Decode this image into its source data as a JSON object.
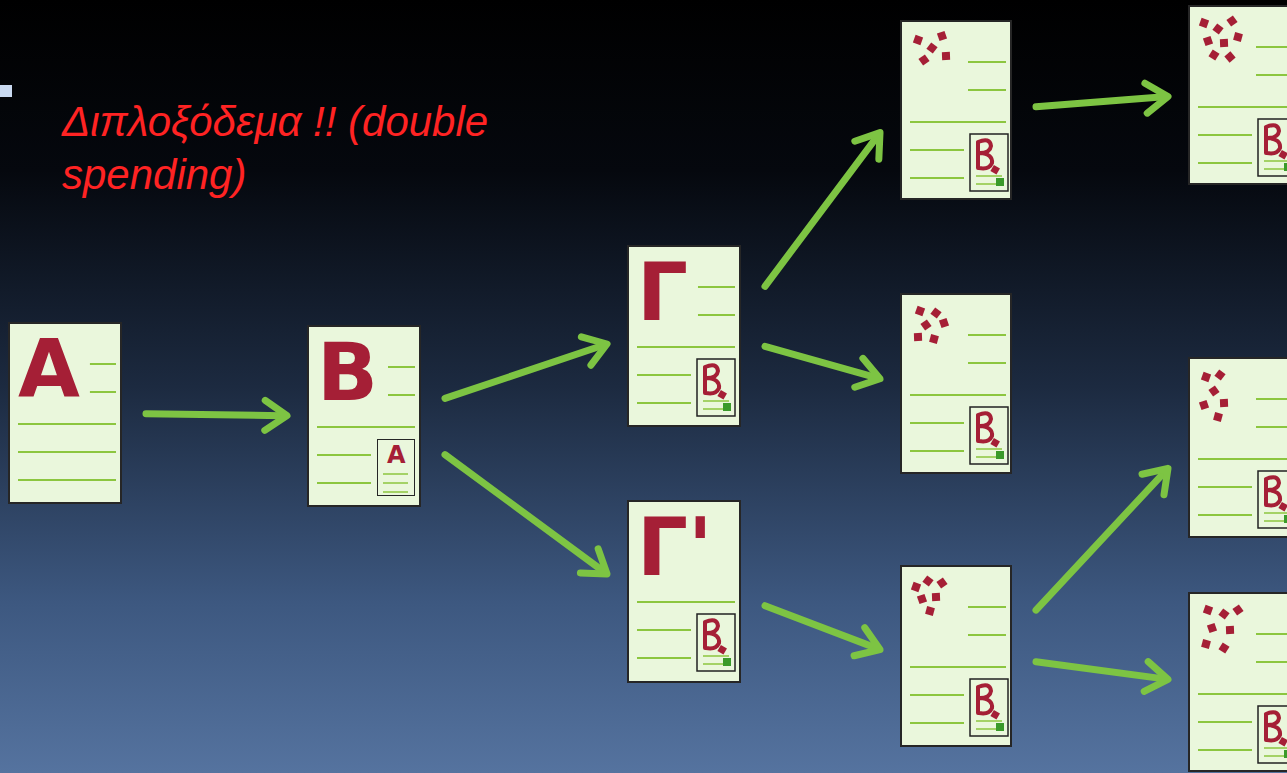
{
  "diagram": {
    "title": "Διπλοξόδεμα !! (double spending)",
    "nodes": [
      {
        "text": [
          "A"
        ]
      },
      {
        "text": [
          "B"
        ]
      },
      {
        "text": [
          "A"
        ],
        "in": 1
      },
      {
        "text": [
          "Γ"
        ]
      },
      {
        "text": [
          "Γ'"
        ]
      },
      {
        "text": []
      },
      {
        "text": []
      },
      {
        "text": []
      },
      {
        "text": []
      },
      {
        "text": []
      },
      {
        "text": []
      }
    ],
    "edges": [
      {
        "from": 0,
        "to": 1,
        "arrow": "to"
      },
      {
        "from": 1,
        "to": 3,
        "arrow": "to"
      },
      {
        "from": 1,
        "to": 4,
        "arrow": "to"
      },
      {
        "from": 3,
        "to": 5,
        "arrow": "to"
      },
      {
        "from": 3,
        "to": 6,
        "arrow": "to"
      },
      {
        "from": 4,
        "to": 7,
        "arrow": "to"
      },
      {
        "from": 5,
        "to": 8,
        "arrow": "to"
      },
      {
        "from": 7,
        "to": 9,
        "arrow": "to"
      },
      {
        "from": 7,
        "to": 10,
        "arrow": "to"
      }
    ]
  }
}
